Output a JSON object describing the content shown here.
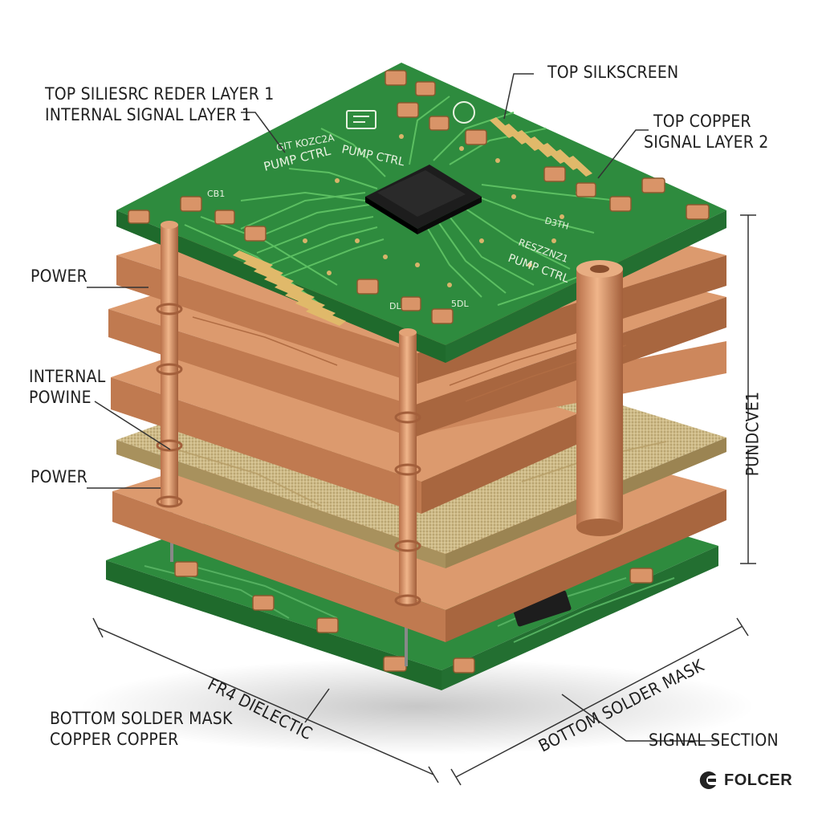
{
  "labels": {
    "top_left_line1": "TOP SILIESRC REDER LAYER 1",
    "top_left_line2": "INTERNAL SIGNAL LAYER 1",
    "top_silkscreen": "TOP SILKSCREEN",
    "top_copper_line1": "TOP COPPER",
    "top_copper_line2": "SIGNAL LAYER 2",
    "power_1": "POWER",
    "internal_power_line1": "INTERNAL",
    "internal_power_line2": "POWINE",
    "power_2": "POWER",
    "side_dimension": "PUNDCVE1",
    "fr4_dielectic": "FR4 DIELECTIC",
    "bottom_left_line1": "BOTTOM SOLDER MASK",
    "bottom_left_line2": "COPPER COPPER",
    "bottom_solder_mask": "BOTTOM SOLDER MASK",
    "signal_section": "SIGNAL SECTION"
  },
  "board_markings": {
    "silk_1": "PUMP CTRL",
    "silk_2a": "GIT KOZC2A",
    "silk_2b": "PUMP CTRL",
    "silk_3a": "RESZZNZ1",
    "silk_3b": "PUMP CTRL",
    "silk_ref_1": "CB1",
    "silk_ref_2": "D3TH",
    "silk_ref_3": "DL",
    "silk_ref_4": "5DL"
  },
  "brand": {
    "name": "FOLCER",
    "logo_icon": "folcer-logo-icon"
  },
  "colors": {
    "solder_mask": "#2e8b3e",
    "solder_mask_dark": "#1f6a2c",
    "copper": "#d99468",
    "copper_dark": "#b5714a",
    "fr4": "#cbb684",
    "chip": "#1d1d1d"
  }
}
